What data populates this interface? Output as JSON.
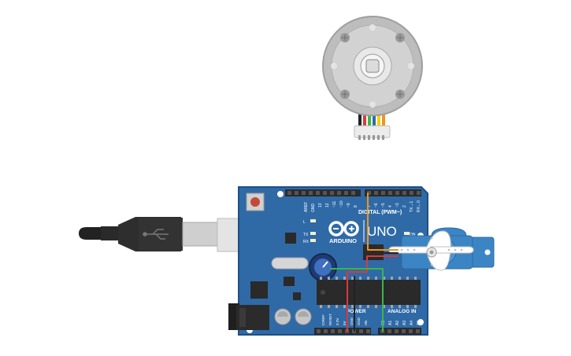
{
  "board": {
    "name": "ARDUINO",
    "model": "UNO",
    "on_label": "ON",
    "led_l": "L",
    "led_tx": "TX",
    "led_rx": "RX",
    "digital_header_label": "DIGITAL (PWM~)",
    "power_label": "POWER",
    "analog_label": "ANALOG IN",
    "digital_pins": [
      "AREF",
      "GND",
      "13",
      "12",
      "~11",
      "~10",
      "~9",
      "8",
      "7",
      "~6",
      "~5",
      "4",
      "~3",
      "2",
      "TX→1",
      "RX←0"
    ],
    "power_pins": [
      "IOREF",
      "RESET",
      "3.3V",
      "5V",
      "GND",
      "GND",
      "Vin"
    ],
    "analog_pins": [
      "A0",
      "A1",
      "A2",
      "A3",
      "A4",
      "A5"
    ]
  },
  "colors": {
    "board": "#2f6aa7",
    "board_edge": "#1f4f84",
    "header": "#2b2b2b",
    "wire_red": "#d83a3a",
    "wire_green": "#3bb54a",
    "wire_orange": "#f0941e",
    "wire_black": "#222222",
    "servo_blue": "#3c85c5",
    "motor_gray": "#c8c8c8"
  }
}
